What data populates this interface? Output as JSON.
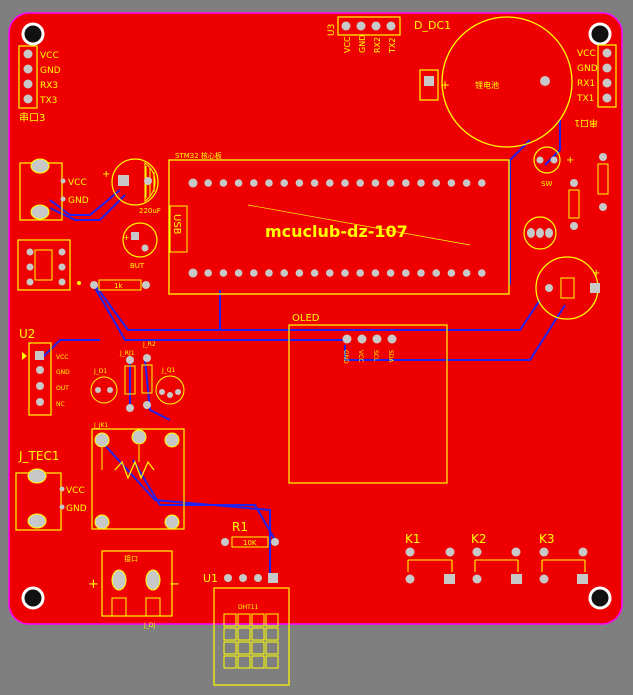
{
  "board": {
    "title": "mcuclub-dz-107",
    "colors": {
      "background": "#7f7f7f",
      "copper": "#ee0000",
      "silkscreen": "#ffff00",
      "trace": "#2222ee",
      "pad": "#c8c8c8"
    }
  },
  "components": {
    "j3": {
      "name": "串口3",
      "pins": [
        "VCC",
        "GND",
        "RX3",
        "TX3"
      ]
    },
    "u3": {
      "name": "U3",
      "pins": [
        "VCC",
        "GND",
        "RX2",
        "TX2"
      ]
    },
    "dc1": {
      "name": "D_DC1",
      "label": "锂电池"
    },
    "j1": {
      "name": "串口1",
      "pins": [
        "VCC",
        "GND",
        "RX1",
        "TX1"
      ]
    },
    "power_in": {
      "pins": [
        "VCC",
        "GND"
      ]
    },
    "cap1": {
      "value": "220uF"
    },
    "mcu": {
      "title": "STM32 核心板",
      "usb": "USB"
    },
    "resistor": {
      "value": "1k"
    },
    "oled": {
      "name": "OLED",
      "pins": [
        "GND",
        "VCC",
        "SCL",
        "SDA"
      ]
    },
    "u2": {
      "name": "U2",
      "pins": [
        "VCC",
        "GND",
        "OUT",
        "NC"
      ]
    },
    "tec": {
      "name": "J_TEC1",
      "pins": [
        "VCC",
        "GND"
      ]
    },
    "r1": {
      "name": "R1",
      "value": "10K"
    },
    "u1": {
      "name": "U1",
      "label": "DHT11"
    },
    "jack": {
      "name": "J_DJ",
      "label": "接口"
    },
    "keys": [
      "K1",
      "K2",
      "K3"
    ],
    "misc": {
      "j_rj1": "J_RJ1",
      "j_r2": "J_R2",
      "j_d1": "J_D1",
      "j_q1": "J_Q1",
      "j_jk1": "J_JK1",
      "buzzer": "BUT",
      "sw": "SW"
    }
  }
}
